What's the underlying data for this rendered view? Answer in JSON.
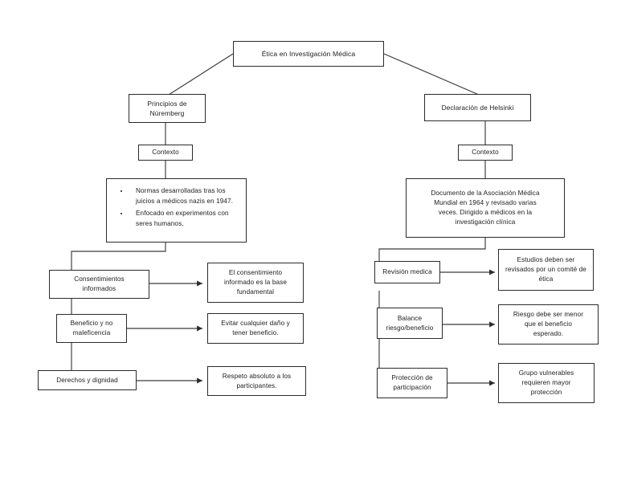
{
  "diagram": {
    "title_node": {
      "label": "Ética en Investigación Médica"
    },
    "branches": [
      {
        "id": "nuremberg",
        "label": "Principios de\nNúremberg",
        "context_label": "Contexto",
        "context_bullets": [
          "Normas desarrolladas tras los juicios a médicos nazis en 1947.",
          "Enfocado en experimentos con seres humanos,"
        ],
        "principles": [
          {
            "label": "Consentimientos\ninformados",
            "result": "El consentimiento\ninformado es la base\nfundamental"
          },
          {
            "label": "Beneficio y no\nmaleficencia",
            "result": "Evitar cualquier daño y\ntener beneficio."
          },
          {
            "label": "Derechos y dignidad",
            "result": "Respeto absoluto a los\nparticipantes."
          }
        ]
      },
      {
        "id": "helsinki",
        "label": "Declaración de Helsinki",
        "context_label": "Contexto",
        "context_text": "Documento de la Asociación Médica\nMundial en 1964 y revisado varias\nveces. Dirigido a médicos en la\ninvestigación clínica",
        "principles": [
          {
            "label": "Revisión medica",
            "result": "Estudios deben ser\nrevisados por un comité de\nética"
          },
          {
            "label": "Balance\nriesgo/beneficio",
            "result": "Riesgo debe ser menor\nque el beneficio\nesperado."
          },
          {
            "label": "Protección de\nparticipación",
            "result": "Grupo vulnerables\nrequieren mayor\nprotección"
          }
        ]
      }
    ],
    "colors": {
      "node_border": "#2b2b2b",
      "node_fill": "#ffffff",
      "edge": "#3a3a3a",
      "text": "#1c1c1c",
      "background": "#ffffff"
    }
  }
}
